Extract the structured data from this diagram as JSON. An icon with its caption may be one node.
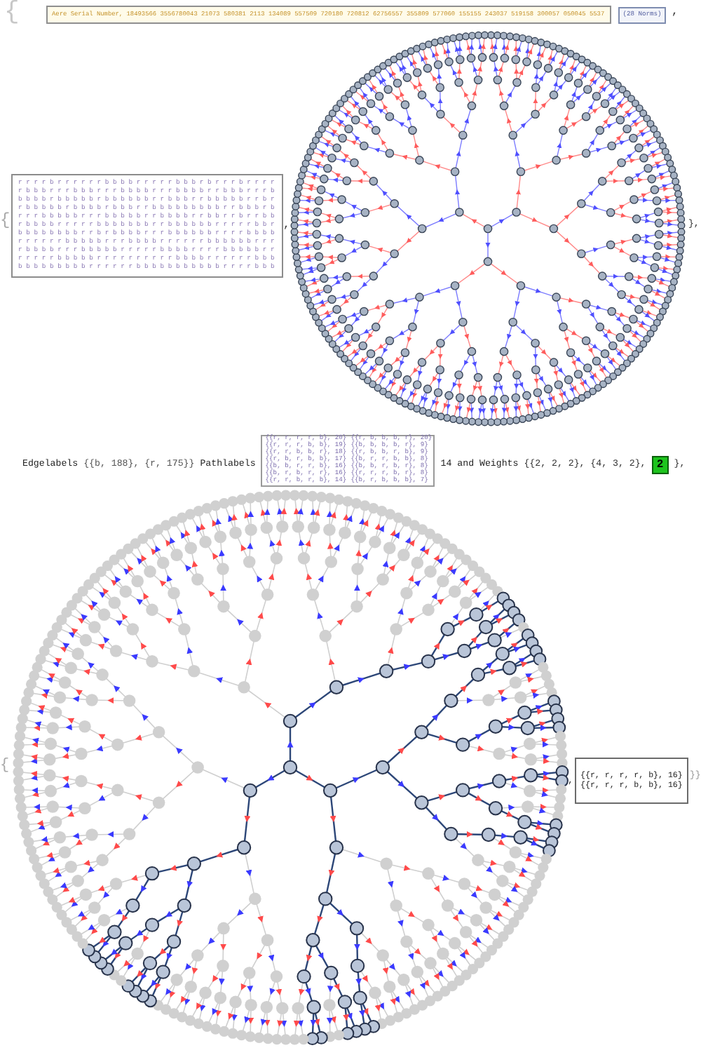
{
  "diagram": {
    "nodes": [
      {
        "text": [
          "Aere Serial Number, 18493566 3556780043 21073 580381 2113 134089 557509 720180 720812 62756557 355809 577060 155155 243037 519158 300057 050045 5537"
        ]
      },
      {
        "text": [
          "(28 Norms)"
        ]
      },
      {
        "text": [
          "r r r r b r r r r r r b b b b r r r r r b b b r b r r r b r r r r",
          "r b b b r r r b b b r r r b b b b r r r b b b b r r b b b r r r b",
          "b b b b r b b b b b r b b b b b b r r b b b r r b b b b b r r b r",
          "r b b b b b r b b b b r b b b r r b b b b b b b b b r r b b b r b",
          "r r r b b b b b r r r b b b b b r r b b b b r r b b r r b r r b b",
          "r b b b b r r r r r b b b b b b b r r b b b b b b r r r r r b b r",
          "b b b b b b b b r r b r b b b b r r r b b b b b b r r r r b b b b",
          "r r r r r r b b b b b r r r b b b b r r r r r r b b b b b b r r r",
          "r b b b b r r r b b b b b r r r r r b b b b r r r r b b b b b r r",
          "r r r r r b b b b b r r r r r r r r r r b b b b r r r r r r b b b",
          "b b b b b b b b b r r r r r r b b b b b b b b b b b r r r r b b b"
        ]
      },
      {
        "text": [
          "{{r, r, r, r, b}, 20}",
          "{{r, b, b, b, r}, 20}",
          "{{r, r, r, b, b}, 19}",
          "{{b, b, b, b, r}, 9}",
          "{{r, r, b, b, r}, 18}",
          "{{r, b, b, r, b}, 9}",
          "{{r, b, r, b, b}, 17}",
          "{{b, r, r, b, b}, 8}",
          "{{b, b, r, r, b}, 16}",
          "{{b, b, r, b, r}, 8}",
          "{{b, r, b, r, r}, 16}",
          "{{r, r, r, b, r}, 8}",
          "{{r, r, b, r, b}, 14}",
          "{{b, r, b, b, b}, 7}"
        ]
      },
      {
        "text": [
          "2"
        ]
      },
      {
        "text": [
          "{{r, r, r, r, b}, 16}",
          "{{r, r, r, b, b}, 16}"
        ]
      }
    ],
    "labels": [
      "{",
      ",",
      "{",
      ",",
      "},",
      "Edgelabels",
      "{{b, 188}, {r, 175}}",
      "Pathlabels",
      "14 and Weights",
      "{{2, 2, 2}, {4, 3, 2},",
      "},",
      "{",
      ",",
      "}}"
    ]
  }
}
